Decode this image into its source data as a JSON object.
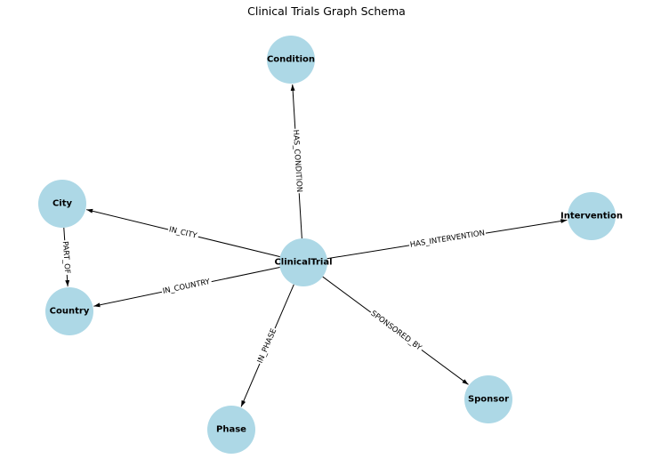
{
  "title": "Clinical Trials Graph Schema",
  "colors": {
    "node_fill": "#add8e6",
    "edge": "#000000",
    "label_bg": "#ffffff"
  },
  "nodes": [
    {
      "id": "ClinicalTrial",
      "label": "ClinicalTrial"
    },
    {
      "id": "Condition",
      "label": "Condition"
    },
    {
      "id": "City",
      "label": "City"
    },
    {
      "id": "Country",
      "label": "Country"
    },
    {
      "id": "Intervention",
      "label": "Intervention"
    },
    {
      "id": "Phase",
      "label": "Phase"
    },
    {
      "id": "Sponsor",
      "label": "Sponsor"
    }
  ],
  "edges": [
    {
      "from": "ClinicalTrial",
      "to": "Condition",
      "label": "HAS_CONDITION"
    },
    {
      "from": "ClinicalTrial",
      "to": "City",
      "label": "IN_CITY"
    },
    {
      "from": "ClinicalTrial",
      "to": "Country",
      "label": "IN_COUNTRY"
    },
    {
      "from": "ClinicalTrial",
      "to": "Intervention",
      "label": "HAS_INTERVENTION"
    },
    {
      "from": "ClinicalTrial",
      "to": "Phase",
      "label": "IN_PHASE"
    },
    {
      "from": "ClinicalTrial",
      "to": "Sponsor",
      "label": "SPONSORED_BY"
    },
    {
      "from": "City",
      "to": "Country",
      "label": "PART_OF"
    }
  ]
}
